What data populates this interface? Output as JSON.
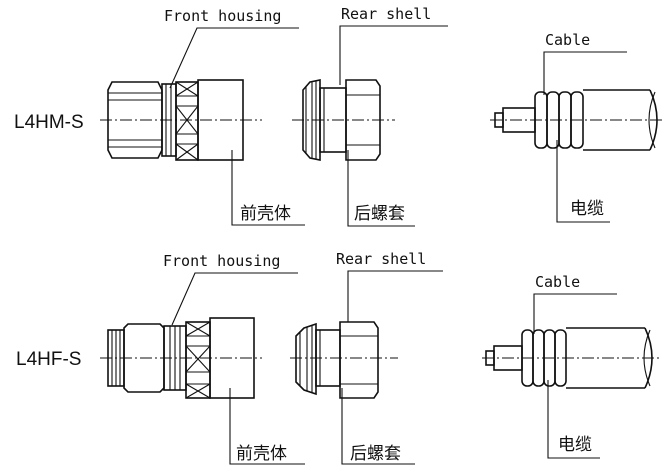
{
  "rows": [
    {
      "connector_label": "L4HM-S",
      "front_housing_en": "Front housing",
      "rear_shell_en": "Rear shell",
      "cable_en": "Cable",
      "front_housing_cn": "前壳体",
      "rear_shell_cn": "后螺套",
      "cable_cn": "电缆"
    },
    {
      "connector_label": "L4HF-S",
      "front_housing_en": "Front housing",
      "rear_shell_en": "Rear shell",
      "cable_en": "Cable",
      "front_housing_cn": "前壳体",
      "rear_shell_cn": "后螺套",
      "cable_cn": "电缆"
    }
  ]
}
